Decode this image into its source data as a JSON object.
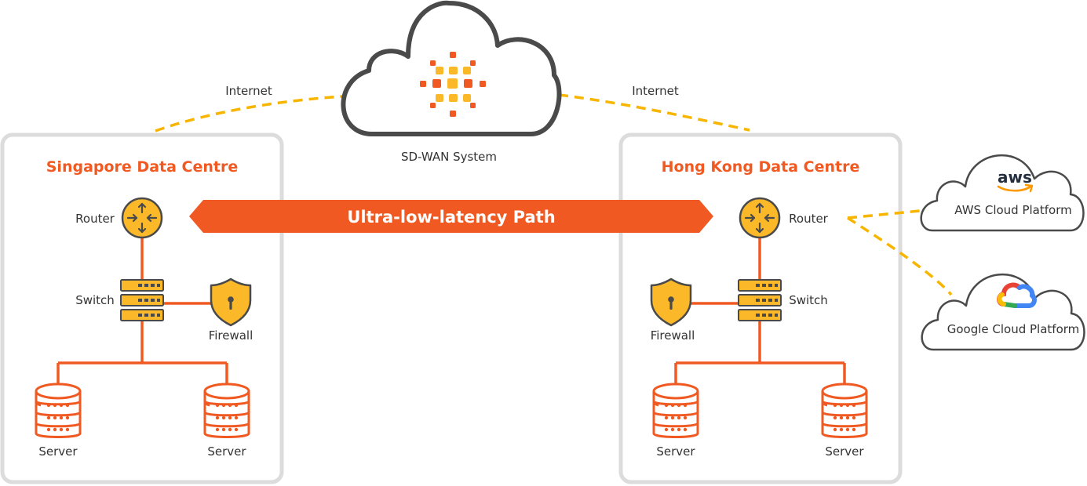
{
  "cloud": {
    "label": "SD-WAN System"
  },
  "links": {
    "internet_left": "Internet",
    "internet_right": "Internet"
  },
  "banner": {
    "label": "Ultra-low-latency Path"
  },
  "singapore": {
    "title": "Singapore Data Centre",
    "router": "Router",
    "switch": "Switch",
    "firewall": "Firewall",
    "server_left": "Server",
    "server_right": "Server"
  },
  "hongkong": {
    "title": "Hong Kong Data Centre",
    "router": "Router",
    "switch": "Switch",
    "firewall": "Firewall",
    "server_left": "Server",
    "server_right": "Server"
  },
  "aws": {
    "logo": "aws",
    "label": "AWS Cloud Platform"
  },
  "gcp": {
    "label": "Google Cloud Platform"
  },
  "colors": {
    "orange": "#f05a22",
    "yellow": "#fbb829",
    "grey_border": "#dcdcdc",
    "dark_outline": "#4a4a4a",
    "dash": "#f8b500"
  }
}
